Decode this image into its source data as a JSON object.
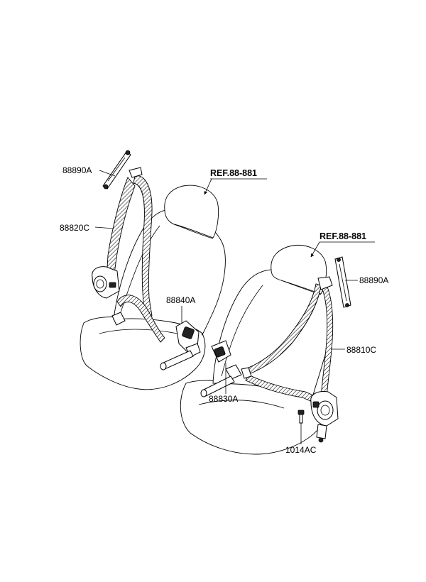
{
  "labels": {
    "anchor_left": "88890A",
    "belt_left": "88820C",
    "buckle_left": "88840A",
    "buckle_right": "88830A",
    "anchor_right": "88890A",
    "belt_right": "88810C",
    "bolt": "1014AC",
    "ref_left": "REF.88-881",
    "ref_right": "REF.88-881"
  }
}
